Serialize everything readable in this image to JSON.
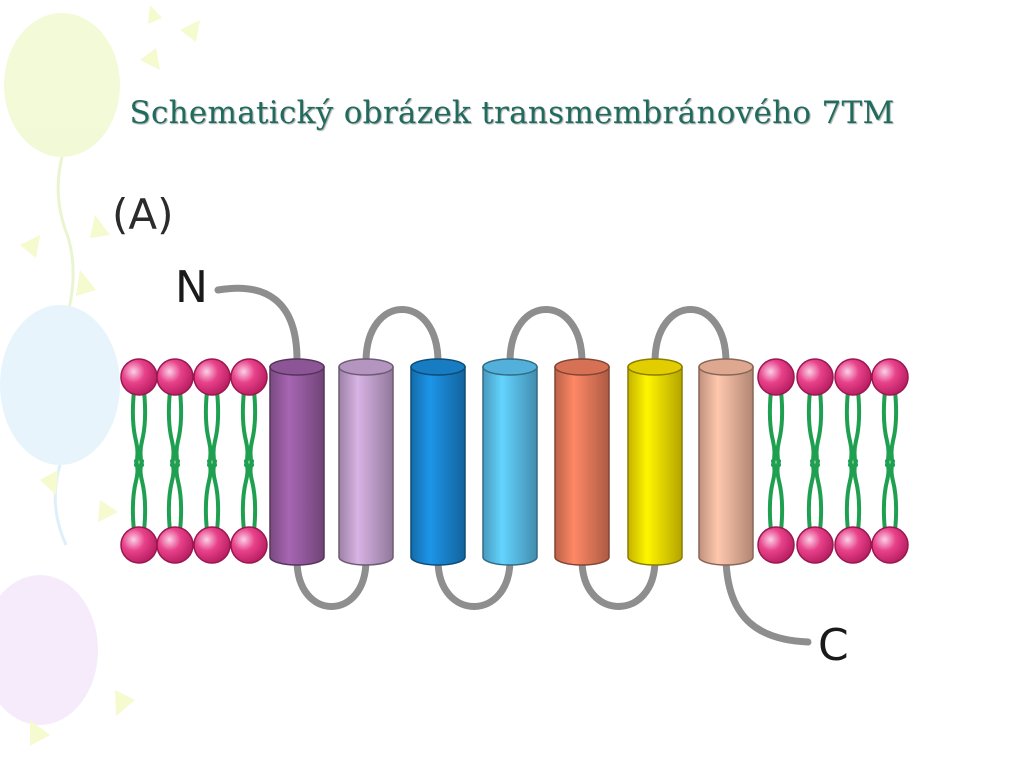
{
  "title": "Schematický obrázek transmembránového 7TM",
  "figure": {
    "panel_label": "(A)",
    "n_terminus": "N",
    "c_terminus": "C",
    "helices": [
      {
        "name": "helix-1",
        "color": "#9b5ea6"
      },
      {
        "name": "helix-2",
        "color": "#c8a6d4"
      },
      {
        "name": "helix-3",
        "color": "#1a8ad8"
      },
      {
        "name": "helix-4",
        "color": "#5cc4f2"
      },
      {
        "name": "helix-5",
        "color": "#ef7e5e"
      },
      {
        "name": "helix-6",
        "color": "#fbe400"
      },
      {
        "name": "helix-7",
        "color": "#f6b9a0"
      }
    ],
    "colors": {
      "loop": "#8e8e8e",
      "lipid_head": "#e0337c",
      "lipid_tail": "#1fa050",
      "title": "#1f6b5e"
    }
  }
}
